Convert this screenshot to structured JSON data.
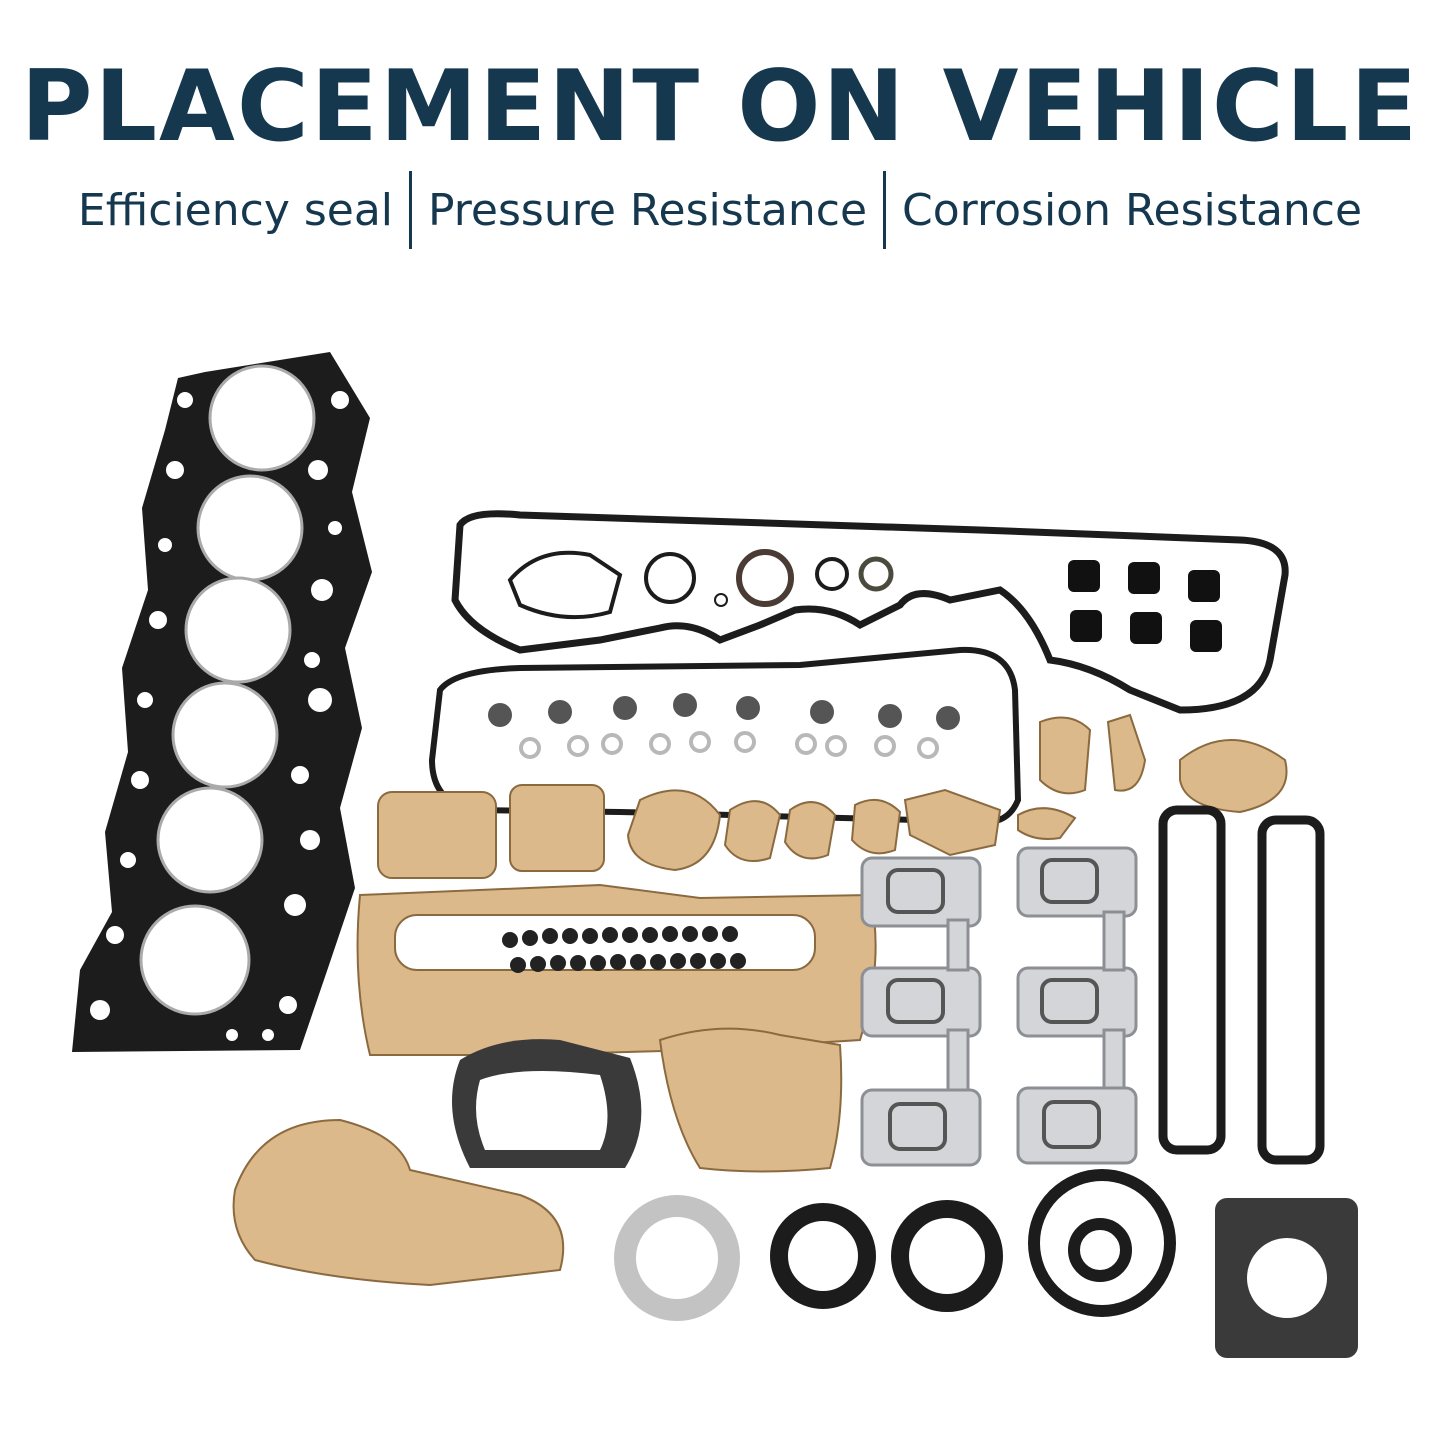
{
  "heading": "PLACEMENT ON VEHICLE",
  "features": [
    "Efficiency seal",
    "Pressure Resistance",
    "Corrosion Resistance"
  ],
  "colors": {
    "heading": "#15384f",
    "gasket_black": "#1c1c1c",
    "paper_gasket": "#dcb98a",
    "metal_gasket": "#d3d5d8"
  },
  "photo_subject": "engine full gasket kit"
}
